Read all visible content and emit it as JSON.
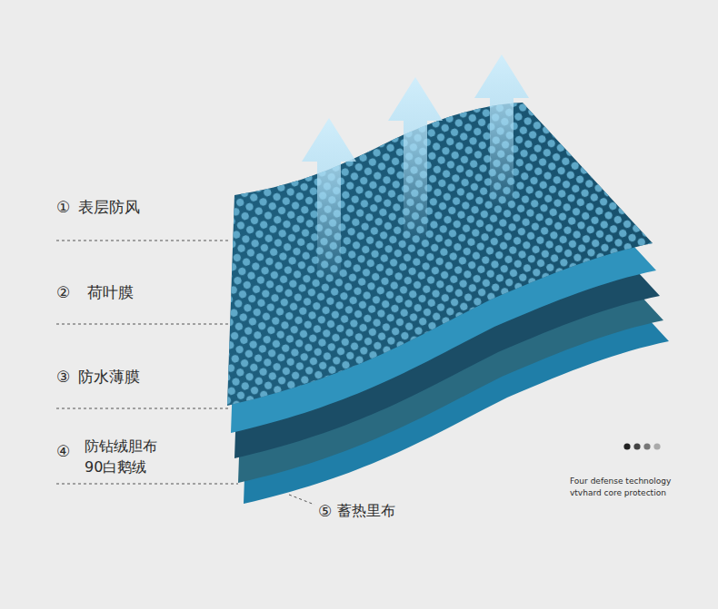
{
  "diagram": {
    "labels": [
      "①",
      "表层防风",
      "②",
      "荷叶膜",
      "③",
      "防水薄膜",
      "④",
      "防钻绒胆布",
      "90白鹅绒",
      "⑤",
      "蓄热里布",
      "Four defense technology",
      "vtvhard core protection"
    ]
  }
}
